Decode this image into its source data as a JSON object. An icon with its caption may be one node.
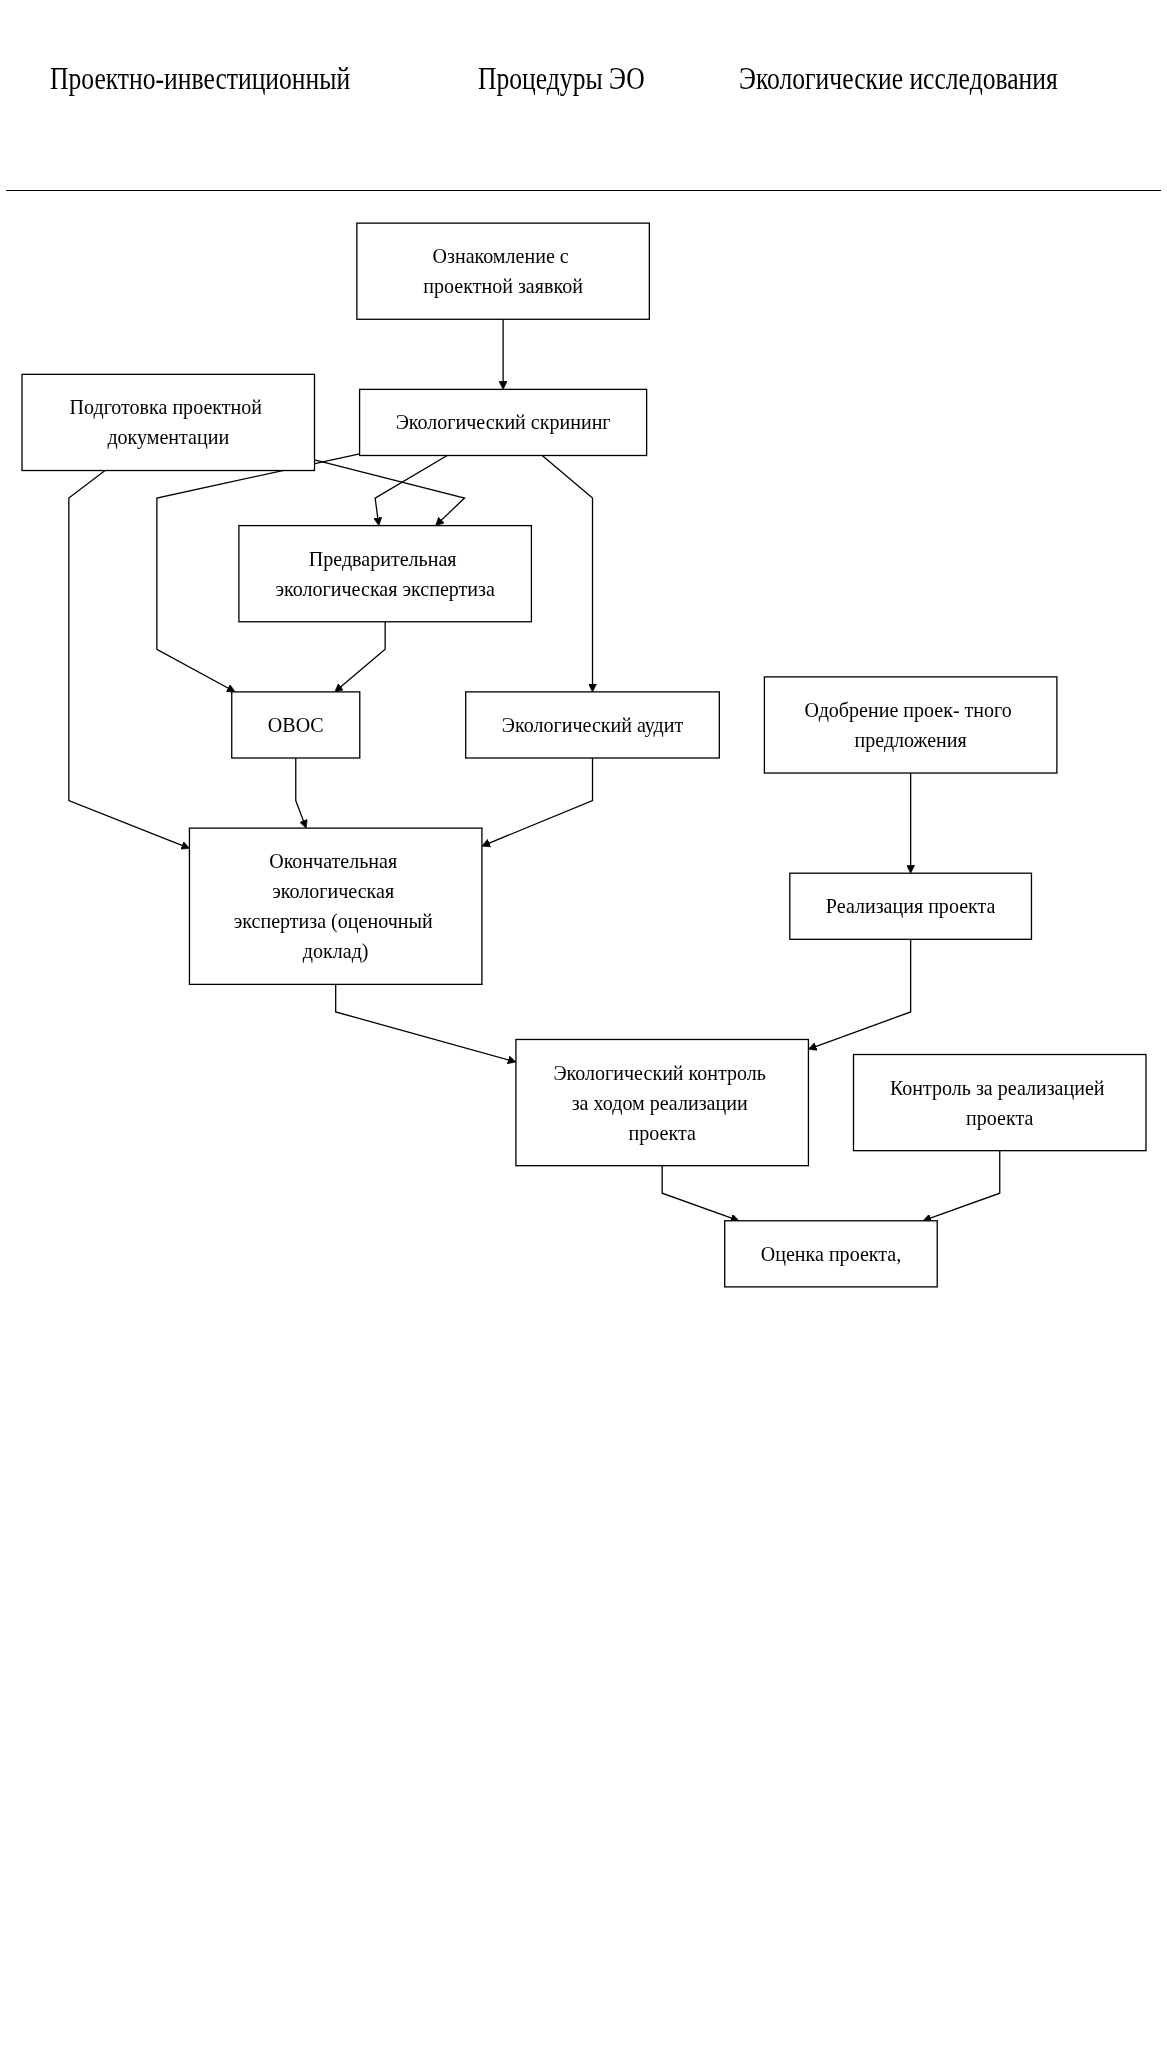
{
  "diagram": {
    "nodes": [
      {
        "text": [
          "Ознакомление с проектной заявкой"
        ]
      },
      {
        "text": [
          "Экологический скрининг"
        ]
      },
      {
        "text": [
          "Предварительная экологическая экспертиза"
        ]
      },
      {
        "text": [
          "ОВОС"
        ]
      },
      {
        "text": [
          "Экологический аудит"
        ]
      },
      {
        "text": [
          "Подготовка проектной документации"
        ]
      },
      {
        "text": [
          "Окончательная экологическая экспертиза (оценочный доклад)"
        ]
      },
      {
        "text": [
          "Одобрение проек- тного предложения"
        ]
      },
      {
        "text": [
          "Реализация проекта"
        ]
      },
      {
        "text": [
          "Экологический контроль за ходом реализации проекта"
        ]
      },
      {
        "text": [
          "Контроль за реализацией проекта"
        ]
      },
      {
        "text": [
          "Оценка проекта,"
        ]
      }
    ],
    "edges": [
      {
        "from": 0,
        "to": 1,
        "arrow": "to"
      },
      {
        "from": 1,
        "to": 2,
        "arrow": "to"
      },
      {
        "from": 1,
        "to": 3,
        "arrow": "to"
      },
      {
        "from": 1,
        "to": 4,
        "arrow": "to"
      },
      {
        "from": 2,
        "to": 3,
        "arrow": "to"
      },
      {
        "from": 5,
        "to": 2,
        "arrow": "to"
      },
      {
        "from": 5,
        "to": 6,
        "arrow": "to"
      },
      {
        "from": 3,
        "to": 6,
        "arrow": "to"
      },
      {
        "from": 4,
        "to": 6,
        "arrow": "to"
      },
      {
        "from": 6,
        "to": 9,
        "arrow": "to"
      },
      {
        "from": 7,
        "to": 8,
        "arrow": "to"
      },
      {
        "from": 8,
        "to": 9,
        "arrow": "to"
      },
      {
        "from": 9,
        "to": 11,
        "arrow": "to"
      },
      {
        "from": 10,
        "to": 11,
        "arrow": "to"
      }
    ],
    "labels": [
      "Проектно-инвестиционный",
      "Процедуры ЭО",
      "Экологические исследования"
    ]
  }
}
